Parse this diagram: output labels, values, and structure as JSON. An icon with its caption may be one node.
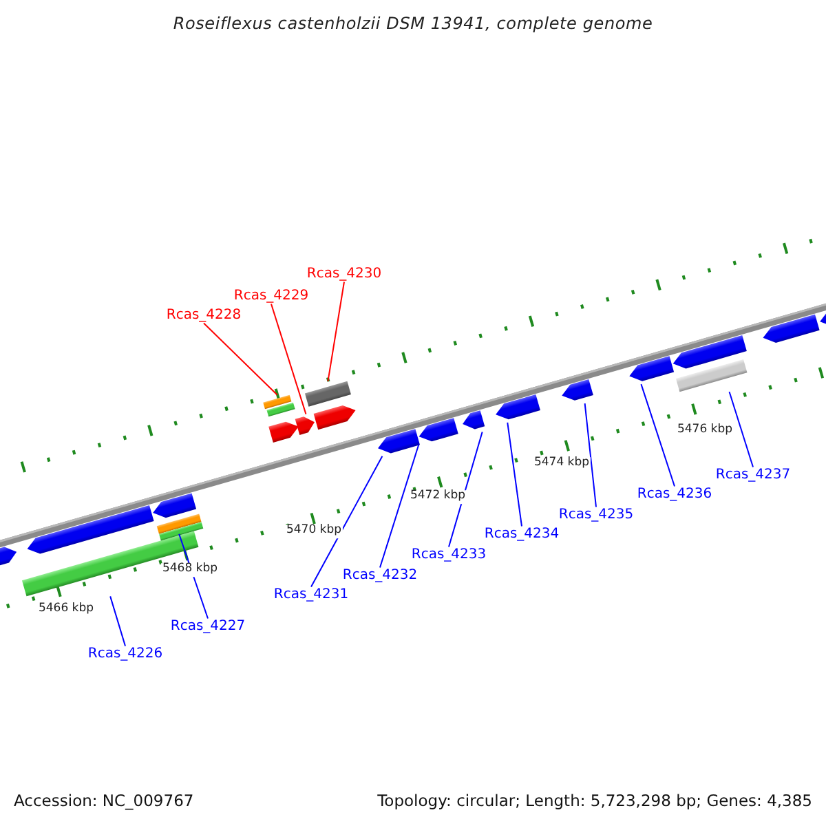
{
  "diagram": {
    "title": "Roseiflexus castenholzii DSM 13941, complete genome",
    "nodes": [
      {
        "text": [
          "Rcas_4226"
        ]
      },
      {
        "text": [
          "Rcas_4227"
        ]
      },
      {
        "text": [
          "Rcas_4228"
        ]
      },
      {
        "text": [
          "Rcas_4229"
        ]
      },
      {
        "text": [
          "Rcas_4230"
        ]
      },
      {
        "text": [
          "Rcas_4231"
        ]
      },
      {
        "text": [
          "Rcas_4232"
        ]
      },
      {
        "text": [
          "Rcas_4233"
        ]
      },
      {
        "text": [
          "Rcas_4234"
        ]
      },
      {
        "text": [
          "Rcas_4235"
        ]
      },
      {
        "text": [
          "Rcas_4236"
        ]
      },
      {
        "text": [
          "Rcas_4237"
        ]
      },
      {
        "text": [],
        "shape": "arrow"
      },
      {
        "text": [],
        "shape": "bar"
      },
      {
        "text": [],
        "shape": "arrow"
      },
      {
        "text": [],
        "shape": "arrow"
      },
      {
        "text": [],
        "shape": "bar"
      },
      {
        "text": [],
        "shape": "bar"
      },
      {
        "text": [],
        "shape": "arrow"
      },
      {
        "text": [],
        "shape": "bar"
      },
      {
        "text": [],
        "shape": "bar"
      },
      {
        "text": [],
        "shape": "arrow"
      },
      {
        "text": [],
        "shape": "bar"
      },
      {
        "text": [],
        "shape": "arrow"
      },
      {
        "text": [],
        "shape": "arrow"
      },
      {
        "text": [],
        "shape": "arrow"
      },
      {
        "text": [],
        "shape": "arrow"
      },
      {
        "text": [],
        "shape": "arrow"
      },
      {
        "text": [],
        "shape": "arrow"
      },
      {
        "text": [],
        "shape": "arrow"
      },
      {
        "text": [],
        "shape": "arrow"
      },
      {
        "text": [],
        "shape": "bar"
      },
      {
        "text": [],
        "shape": "arrow"
      },
      {
        "text": [],
        "shape": "arrow"
      }
    ],
    "edges": [
      {
        "from": 0,
        "to": 13,
        "arrow": "none"
      },
      {
        "from": 1,
        "to": 16,
        "arrow": "none"
      },
      {
        "from": 2,
        "to": 19,
        "arrow": "none",
        "color": "#ff0000"
      },
      {
        "from": 3,
        "to": 21,
        "arrow": "none",
        "color": "#ff0000"
      },
      {
        "from": 4,
        "to": 22,
        "arrow": "none",
        "color": "#ff0000"
      },
      {
        "from": 5,
        "to": 24,
        "arrow": "none"
      },
      {
        "from": 6,
        "to": 25,
        "arrow": "none"
      },
      {
        "from": 7,
        "to": 26,
        "arrow": "none"
      },
      {
        "from": 8,
        "to": 27,
        "arrow": "none"
      },
      {
        "from": 9,
        "to": 28,
        "arrow": "none"
      },
      {
        "from": 10,
        "to": 29,
        "arrow": "none"
      },
      {
        "from": 11,
        "to": 31,
        "arrow": "none"
      }
    ],
    "labels": [
      "5466 kbp",
      "5468 kbp",
      "5470 kbp",
      "5472 kbp",
      "5474 kbp",
      "5476 kbp",
      "Accession: NC_009767",
      "Topology: circular; Length: 5,723,298 bp; Genes: 4,385"
    ]
  }
}
